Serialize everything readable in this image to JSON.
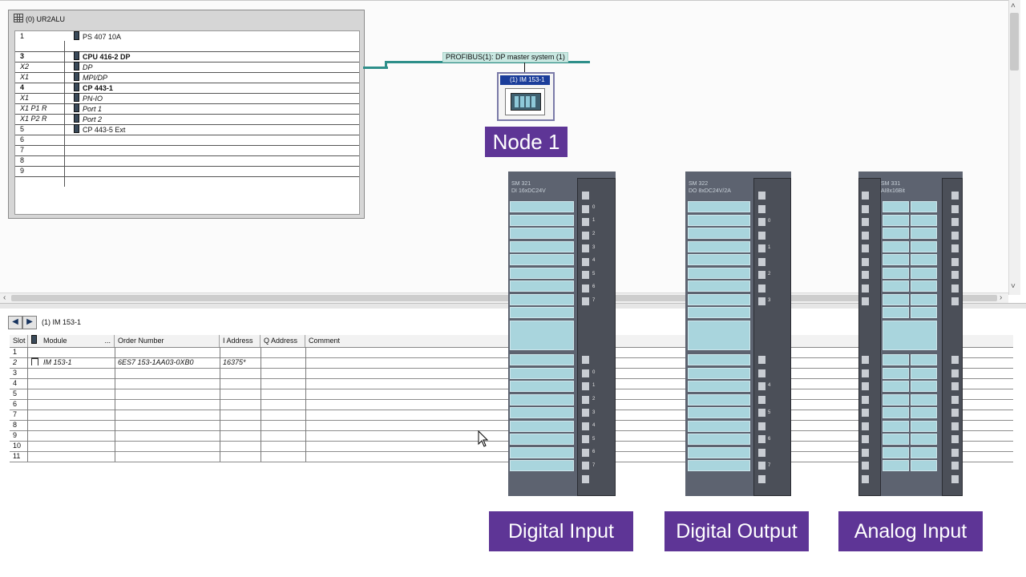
{
  "rack": {
    "title": "(0) UR2ALU",
    "rows": [
      {
        "slot": "1",
        "name": "PS 407 10A",
        "style": "normal"
      },
      {
        "slot": "",
        "name": "",
        "style": "normal"
      },
      {
        "slot": "3",
        "name": "CPU 416-2 DP",
        "style": "bold"
      },
      {
        "slot": "X2",
        "name": "DP",
        "style": "italic"
      },
      {
        "slot": "X1",
        "name": "MPI/DP",
        "style": "italic"
      },
      {
        "slot": "4",
        "name": "CP 443-1",
        "style": "bold"
      },
      {
        "slot": "X1",
        "name": "PN-IO",
        "style": "italic"
      },
      {
        "slot": "X1 P1 R",
        "name": "Port 1",
        "style": "italic"
      },
      {
        "slot": "X1 P2 R",
        "name": "Port 2",
        "style": "italic"
      },
      {
        "slot": "5",
        "name": "CP 443-5 Ext",
        "style": "normal"
      },
      {
        "slot": "6",
        "name": "",
        "style": "normal"
      },
      {
        "slot": "7",
        "name": "",
        "style": "normal"
      },
      {
        "slot": "8",
        "name": "",
        "style": "normal"
      },
      {
        "slot": "9",
        "name": "",
        "style": "normal"
      }
    ]
  },
  "network": {
    "bus_label": "PROFIBUS(1): DP master system (1)",
    "node_title": "(1) IM 153-1"
  },
  "labels": {
    "node": "Node 1",
    "digital_input": "Digital Input",
    "digital_output": "Digital Output",
    "analog_input": "Analog Input"
  },
  "modules": {
    "di": {
      "name": "SM 321",
      "sub": "DI 16xDC24V"
    },
    "do": {
      "name": "SM 322",
      "sub": "DO 8xDC24V/2A"
    },
    "ai": {
      "name": "SM 331",
      "sub": "AI8x16Bit"
    }
  },
  "detail": {
    "nav_title": "(1)  IM 153-1",
    "columns": [
      "Slot",
      "Module",
      "Order Number",
      "I Address",
      "Q Address",
      "Comment"
    ],
    "rows": [
      {
        "slot": "1",
        "module": "",
        "order": "",
        "iaddr": "",
        "qaddr": "",
        "comment": ""
      },
      {
        "slot": "2",
        "module": "IM 153-1",
        "order": "6ES7 153-1AA03-0XB0",
        "iaddr": "16375*",
        "qaddr": "",
        "comment": ""
      },
      {
        "slot": "3",
        "module": "",
        "order": "",
        "iaddr": "",
        "qaddr": "",
        "comment": ""
      },
      {
        "slot": "4",
        "module": "",
        "order": "",
        "iaddr": "",
        "qaddr": "",
        "comment": ""
      },
      {
        "slot": "5",
        "module": "",
        "order": "",
        "iaddr": "",
        "qaddr": "",
        "comment": ""
      },
      {
        "slot": "6",
        "module": "",
        "order": "",
        "iaddr": "",
        "qaddr": "",
        "comment": ""
      },
      {
        "slot": "7",
        "module": "",
        "order": "",
        "iaddr": "",
        "qaddr": "",
        "comment": ""
      },
      {
        "slot": "8",
        "module": "",
        "order": "",
        "iaddr": "",
        "qaddr": "",
        "comment": ""
      },
      {
        "slot": "9",
        "module": "",
        "order": "",
        "iaddr": "",
        "qaddr": "",
        "comment": ""
      },
      {
        "slot": "10",
        "module": "",
        "order": "",
        "iaddr": "",
        "qaddr": "",
        "comment": ""
      },
      {
        "slot": "11",
        "module": "",
        "order": "",
        "iaddr": "",
        "qaddr": "",
        "comment": ""
      }
    ]
  },
  "icons": {
    "back": "arrow-left-icon",
    "forward": "arrow-right-icon"
  },
  "colors": {
    "accent": "#5e3596",
    "bus": "#2e8f8a",
    "module_body": "#5d6370",
    "module_cell": "#a9d5dd"
  }
}
